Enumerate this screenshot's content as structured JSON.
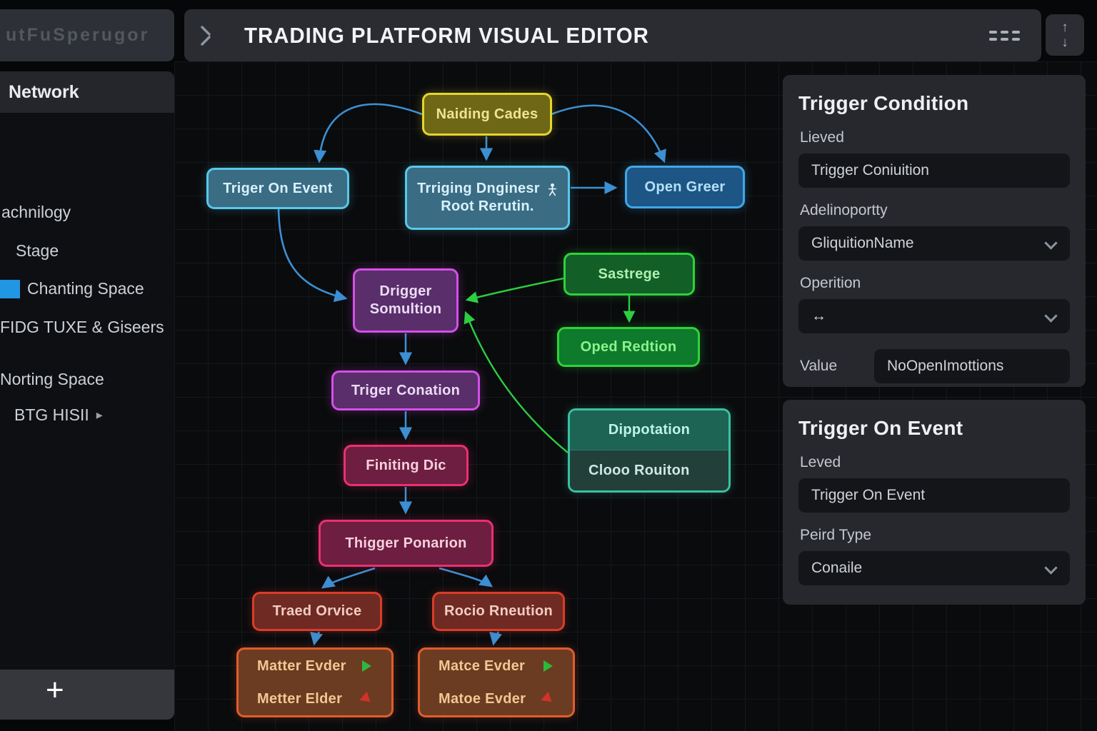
{
  "logo": {
    "text": "utFuSperugor"
  },
  "header": {
    "title": "TRADING PLATFORM VISUAL EDITOR"
  },
  "icons": {
    "plus": "+",
    "scroll_up": "↑",
    "scroll_down": "↓",
    "caret_right": "▸"
  },
  "sidebar": {
    "title": "Network",
    "items": [
      "achnilogy",
      "Stage",
      "Chanting Space",
      "FIDG TUXE & Giseers",
      "Norting Space",
      "BTG HISII"
    ]
  },
  "canvas": {
    "nodes": {
      "naiding_cades": {
        "label": "Naiding Cades"
      },
      "triger_on_event": {
        "label": "Triger On Event"
      },
      "trriging_dnginesr": {
        "line1": "Trriging Dnginesr",
        "line2": "Root Rerutin."
      },
      "open_greer": {
        "label": "Open Greer"
      },
      "sastrege": {
        "label": "Sastrege"
      },
      "drigger_somultion": {
        "line1": "Drigger",
        "line2": "Somultion"
      },
      "oped_redtion": {
        "label": "Oped Redtion"
      },
      "triger_conation": {
        "label": "Triger Conation"
      },
      "dippotation": {
        "header": "Dippotation",
        "body": "Clooo Rouiton"
      },
      "finiting_dic": {
        "label": "Finiting Dic"
      },
      "thigger_ponarion": {
        "label": "Thigger Ponarion"
      },
      "traed_orvice": {
        "label": "Traed Orvice"
      },
      "rocio_rneution": {
        "label": "Rocio Rneution"
      },
      "matter_evder": {
        "row1": "Matter Evder",
        "row2": "Metter Elder"
      },
      "matce_evder": {
        "row1": "Matce Evder",
        "row2": "Matoe Evder"
      }
    },
    "edge_colors": {
      "blue": "#3c8fd2",
      "green": "#2bcf3f"
    }
  },
  "panels": [
    {
      "title": "Trigger Condition",
      "fields": [
        {
          "label": "Lieved",
          "value": "Trigger Coniuition"
        },
        {
          "label": "Adelinoportty",
          "value": "GliquitionName"
        },
        {
          "label": "Operition",
          "value": "↔"
        },
        {
          "label": "Value",
          "value": "NoOpenImottions"
        }
      ]
    },
    {
      "title": "Trigger On Event",
      "fields": [
        {
          "label": "Leved",
          "value": "Trigger On Event"
        },
        {
          "label": "Peird Type",
          "value": "Conaile"
        }
      ]
    }
  ]
}
